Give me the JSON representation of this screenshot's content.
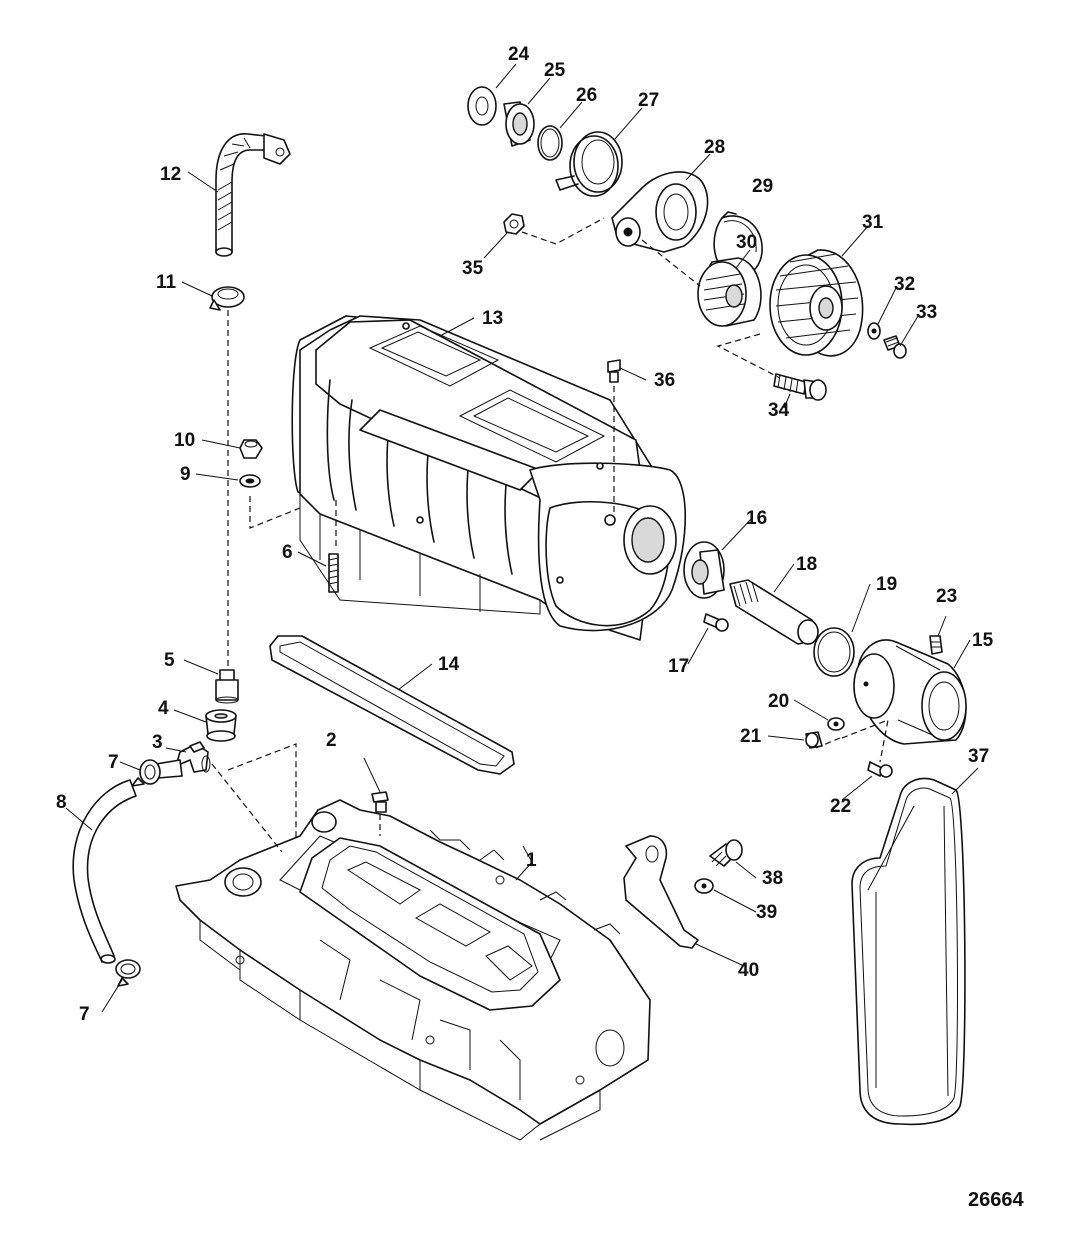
{
  "figure": {
    "reference_number": "26664"
  },
  "callouts": [
    {
      "id": "c1",
      "label": "1"
    },
    {
      "id": "c2",
      "label": "2"
    },
    {
      "id": "c3",
      "label": "3"
    },
    {
      "id": "c4",
      "label": "4"
    },
    {
      "id": "c5",
      "label": "5"
    },
    {
      "id": "c6",
      "label": "6"
    },
    {
      "id": "c7a",
      "label": "7"
    },
    {
      "id": "c7b",
      "label": "7"
    },
    {
      "id": "c8",
      "label": "8"
    },
    {
      "id": "c9",
      "label": "9"
    },
    {
      "id": "c10",
      "label": "10"
    },
    {
      "id": "c11",
      "label": "11"
    },
    {
      "id": "c12",
      "label": "12"
    },
    {
      "id": "c13",
      "label": "13"
    },
    {
      "id": "c14",
      "label": "14"
    },
    {
      "id": "c15",
      "label": "15"
    },
    {
      "id": "c16",
      "label": "16"
    },
    {
      "id": "c17",
      "label": "17"
    },
    {
      "id": "c18",
      "label": "18"
    },
    {
      "id": "c19",
      "label": "19"
    },
    {
      "id": "c20",
      "label": "20"
    },
    {
      "id": "c21",
      "label": "21"
    },
    {
      "id": "c22",
      "label": "22"
    },
    {
      "id": "c23",
      "label": "23"
    },
    {
      "id": "c24",
      "label": "24"
    },
    {
      "id": "c25",
      "label": "25"
    },
    {
      "id": "c26",
      "label": "26"
    },
    {
      "id": "c27",
      "label": "27"
    },
    {
      "id": "c28",
      "label": "28"
    },
    {
      "id": "c29",
      "label": "29"
    },
    {
      "id": "c30",
      "label": "30"
    },
    {
      "id": "c31",
      "label": "31"
    },
    {
      "id": "c32",
      "label": "32"
    },
    {
      "id": "c33",
      "label": "33"
    },
    {
      "id": "c34",
      "label": "34"
    },
    {
      "id": "c35",
      "label": "35"
    },
    {
      "id": "c36",
      "label": "36"
    },
    {
      "id": "c37",
      "label": "37"
    },
    {
      "id": "c38",
      "label": "38"
    },
    {
      "id": "c39",
      "label": "39"
    },
    {
      "id": "c40",
      "label": "40"
    }
  ]
}
